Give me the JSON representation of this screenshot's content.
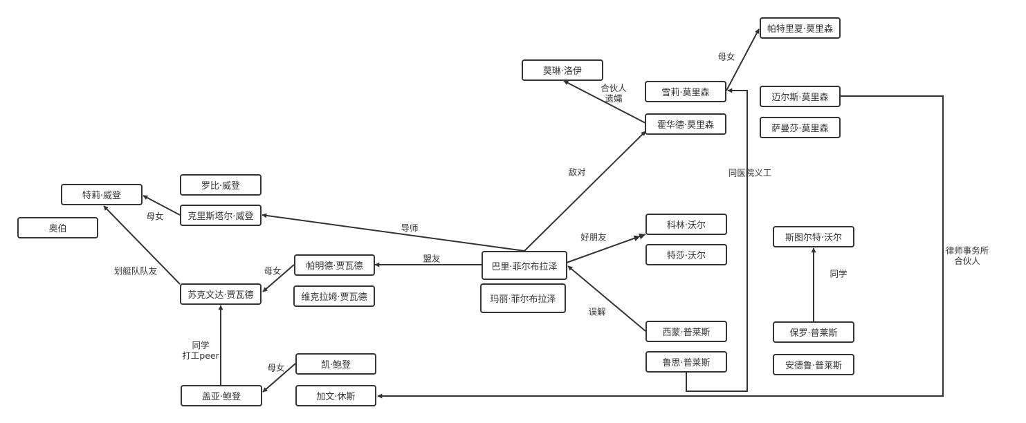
{
  "diagram": {
    "type": "character-relationship-graph",
    "colors": {
      "stroke": "#333333",
      "text": "#333333",
      "background": "#ffffff"
    },
    "nodes": [
      {
        "id": "terry",
        "label": "特莉·威登"
      },
      {
        "id": "auber",
        "label": "奥伯"
      },
      {
        "id": "robbie",
        "label": "罗比·威登"
      },
      {
        "id": "crystal",
        "label": "克里斯塔尔·威登"
      },
      {
        "id": "sukhvinder",
        "label": "苏克文达·贾瓦德"
      },
      {
        "id": "parminder",
        "label": "帕明德·贾瓦德"
      },
      {
        "id": "vikram",
        "label": "维克拉姆·贾瓦德"
      },
      {
        "id": "kay",
        "label": "凯·鲍登"
      },
      {
        "id": "gaia",
        "label": "盖亚·鲍登"
      },
      {
        "id": "gavin",
        "label": "加文·休斯"
      },
      {
        "id": "barry",
        "label": "巴里·菲尔布拉泽"
      },
      {
        "id": "mary",
        "label": "玛丽·菲尔布拉泽"
      },
      {
        "id": "maureen",
        "label": "莫琳·洛伊"
      },
      {
        "id": "shirley",
        "label": "雪莉·莫里森"
      },
      {
        "id": "howard",
        "label": "霍华德·莫里森"
      },
      {
        "id": "patricia",
        "label": "帕特里夏·莫里森"
      },
      {
        "id": "miles",
        "label": "迈尔斯·莫里森"
      },
      {
        "id": "samantha",
        "label": "萨曼莎·莫里森"
      },
      {
        "id": "colin",
        "label": "科林·沃尔"
      },
      {
        "id": "tessa",
        "label": "特莎·沃尔"
      },
      {
        "id": "simon",
        "label": "西蒙·普莱斯"
      },
      {
        "id": "ruth",
        "label": "鲁思·普莱斯"
      },
      {
        "id": "stuart",
        "label": "斯图尔特·沃尔"
      },
      {
        "id": "paul",
        "label": "保罗·普莱斯"
      },
      {
        "id": "andrew",
        "label": "安德鲁·普莱斯"
      }
    ],
    "edges": [
      {
        "id": "e1",
        "from": "crystal",
        "to": "terry",
        "label": "母女"
      },
      {
        "id": "e2",
        "from": "sukhvinder",
        "to": "terry",
        "label": "划艇队队友"
      },
      {
        "id": "e3",
        "from": "barry",
        "to": "crystal",
        "label": "导师"
      },
      {
        "id": "e4",
        "from": "barry",
        "to": "parminder",
        "label": "盟友"
      },
      {
        "id": "e5",
        "from": "parminder",
        "to": "sukhvinder",
        "label": "母女"
      },
      {
        "id": "e6",
        "from": "gaia",
        "to": "sukhvinder",
        "label": "同学\n打工peer"
      },
      {
        "id": "e7",
        "from": "kay",
        "to": "gaia",
        "label": "母女"
      },
      {
        "id": "e8",
        "from": "barry",
        "to": "howard",
        "label": "敌对"
      },
      {
        "id": "e9",
        "from": "howard",
        "to": "maureen",
        "label": "合伙人\n遗孀"
      },
      {
        "id": "e10",
        "from": "shirley",
        "to": "patricia",
        "label": "母女"
      },
      {
        "id": "e11",
        "from": "barry",
        "to": "colin",
        "label": "好朋友"
      },
      {
        "id": "e12",
        "from": "simon",
        "to": "barry",
        "label": "误解"
      },
      {
        "id": "e13",
        "from": "ruth",
        "to": "shirley",
        "label": "同医院义工"
      },
      {
        "id": "e14",
        "from": "paul",
        "to": "stuart",
        "label": "同学"
      },
      {
        "id": "e15",
        "from": "miles",
        "to": "gavin",
        "label": "律师事务所\n合伙人"
      }
    ]
  }
}
